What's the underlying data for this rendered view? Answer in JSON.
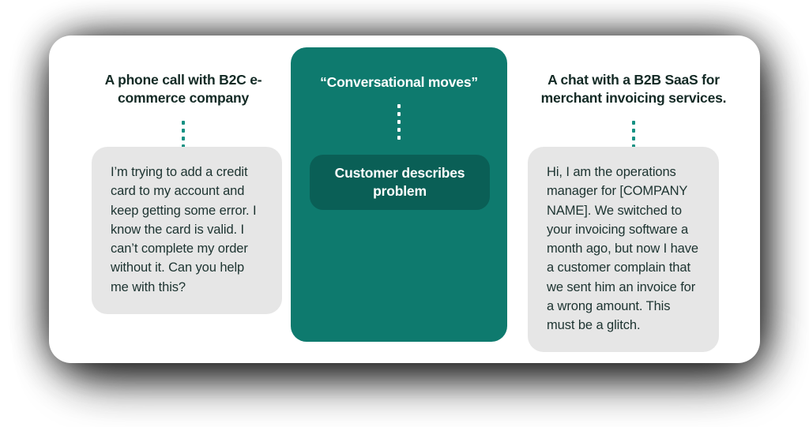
{
  "frame": {
    "card_background": "#ffffff",
    "shadow_color": "#161616"
  },
  "columns": {
    "left": {
      "heading": "A phone call with B2C e-commerce company",
      "connector": {
        "dot_count": 5,
        "dot_color": "#169183"
      },
      "bubble": {
        "text": "I’m trying to add a credit card to my account and keep getting some error. I know the card is valid. I can’t complete my order without it. Can you help me with this?",
        "background": "#e6e6e6",
        "text_color": "#1c3330"
      }
    },
    "center": {
      "panel_color": "#0e7a6e",
      "heading": "“Conversational moves”",
      "heading_color": "#ffffff",
      "connector": {
        "dot_count": 5,
        "dot_color": "#ffffff"
      },
      "move_card": {
        "label": "Customer describes problem",
        "background": "#0a5f56",
        "text_color": "#ffffff"
      }
    },
    "right": {
      "heading": "A chat with a B2B SaaS for merchant invoicing services.",
      "connector": {
        "dot_count": 5,
        "dot_color": "#169183"
      },
      "bubble": {
        "text": "Hi, I am the operations manager for [COMPANY NAME]. We switched to your invoicing software a month ago, but now I have a customer complain that we sent him an invoice for a wrong amount. This must be a glitch.",
        "background": "#e6e6e6",
        "text_color": "#1c3330"
      }
    }
  },
  "theme": {
    "heading_color": "#132a25",
    "accent_teal": "#0e7a6e",
    "accent_teal_dark": "#0a5f56",
    "dot_teal": "#169183"
  }
}
